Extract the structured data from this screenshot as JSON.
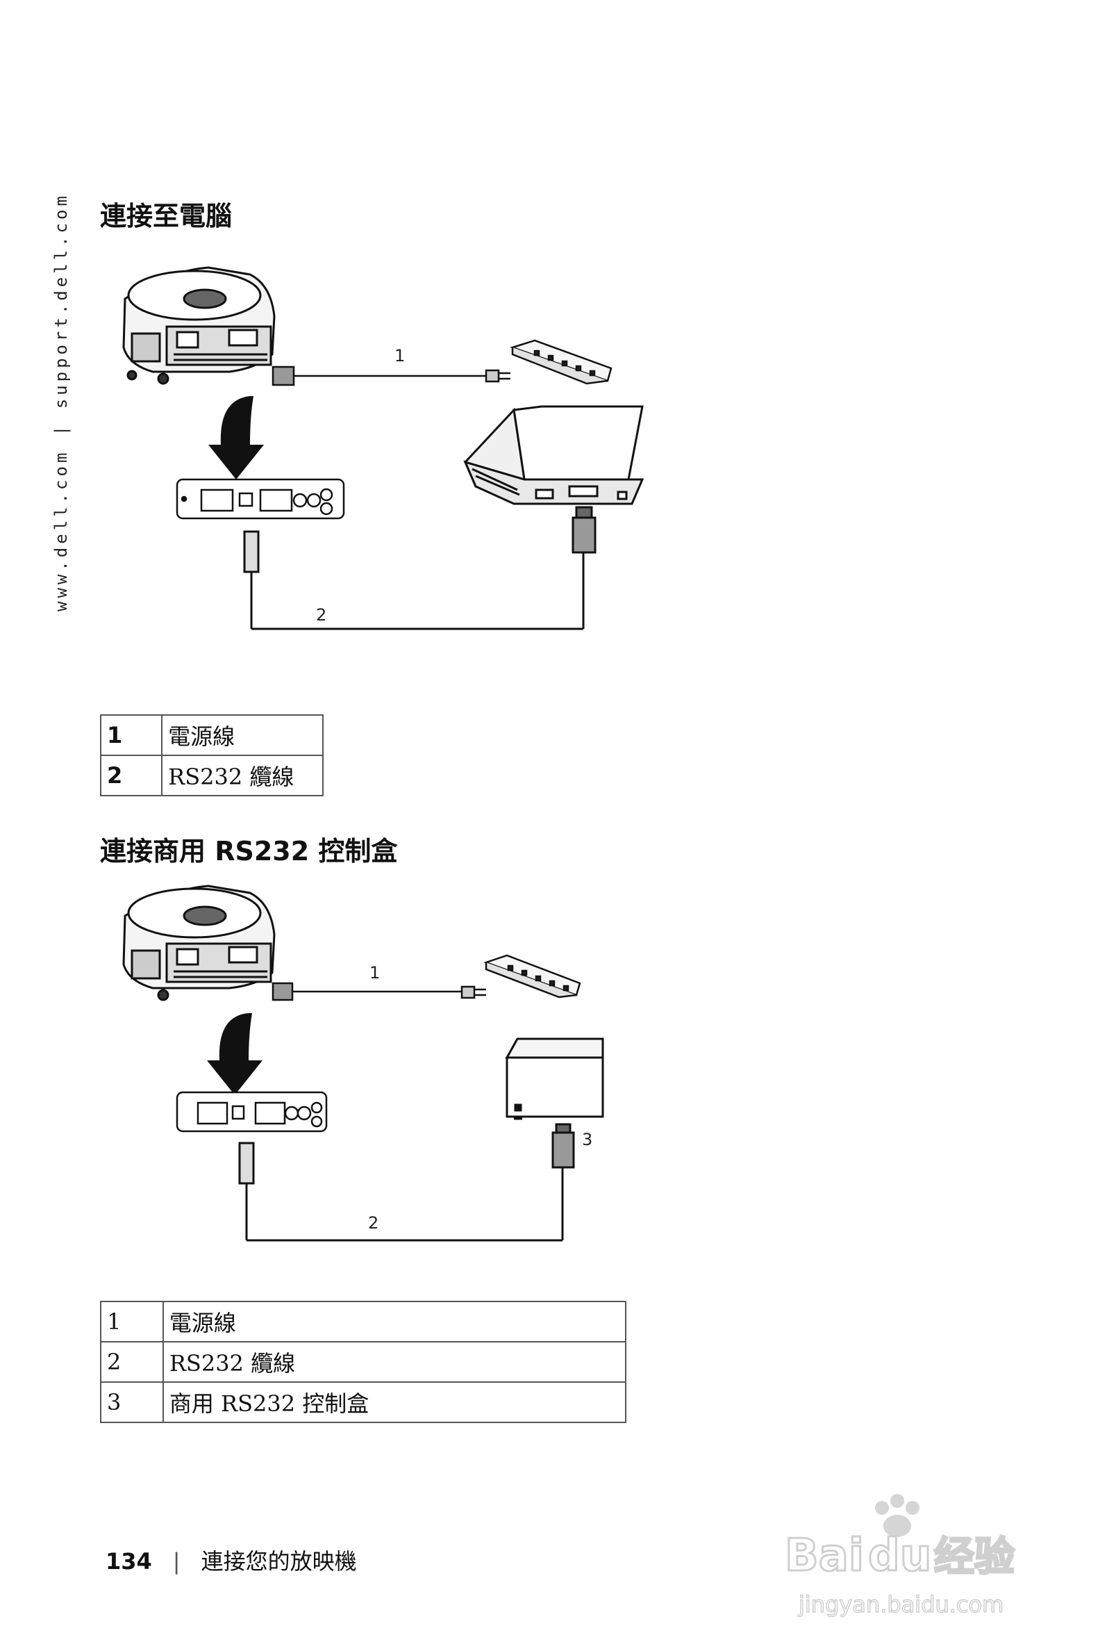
{
  "side_url": "www.dell.com | support.dell.com",
  "section1": {
    "title": "連接至電腦",
    "callouts": [
      "1",
      "2"
    ],
    "legend": [
      {
        "num": "1",
        "text": "電源線"
      },
      {
        "num": "2",
        "text": "RS232 纜線"
      }
    ]
  },
  "section2": {
    "title": "連接商用 RS232 控制盒",
    "callouts": [
      "1",
      "2",
      "3"
    ],
    "legend": [
      {
        "num": "1",
        "text": "電源線"
      },
      {
        "num": "2",
        "text": "RS232 纜線"
      },
      {
        "num": "3",
        "text": "商用 RS232 控制盒"
      }
    ]
  },
  "footer": {
    "page_number": "134",
    "separator": "|",
    "chapter": "連接您的放映機"
  },
  "watermark": {
    "brand": "Bai",
    "brand2": "du",
    "suffix": "经验",
    "url": "jingyan.baidu.com"
  }
}
